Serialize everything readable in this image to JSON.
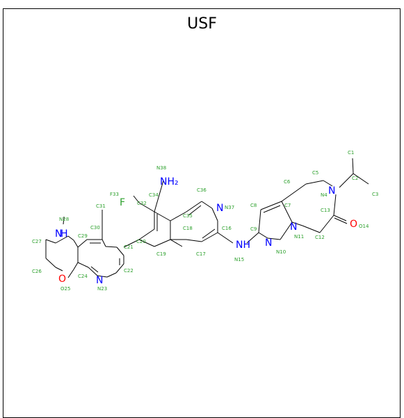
{
  "title": "USF",
  "colors": {
    "bond": "#000000",
    "index_label": "#2ca02c",
    "nitrogen": "#0000ff",
    "oxygen": "#ff0000",
    "fluorine": "#2ca02c",
    "frame": "#000000"
  },
  "atom_symbols": [
    {
      "id": "N38",
      "text": "NH₂",
      "element": "N"
    },
    {
      "id": "F33",
      "text": "F",
      "element": "F"
    },
    {
      "id": "N37",
      "text": "N",
      "element": "N"
    },
    {
      "id": "N28",
      "text": "H",
      "element": "N"
    },
    {
      "id": "N28b",
      "text": "N",
      "element": "N"
    },
    {
      "id": "O25",
      "text": "O",
      "element": "O"
    },
    {
      "id": "N23",
      "text": "N",
      "element": "N"
    },
    {
      "id": "N15",
      "text": "NH",
      "element": "N"
    },
    {
      "id": "N10",
      "text": "N",
      "element": "N"
    },
    {
      "id": "N11",
      "text": "N",
      "element": "N"
    },
    {
      "id": "N4",
      "text": "N",
      "element": "N"
    },
    {
      "id": "O14",
      "text": "O",
      "element": "O"
    }
  ],
  "atom_indices": [
    "N38",
    "F33",
    "C32",
    "C34",
    "C36",
    "N37",
    "C35",
    "C18",
    "C16",
    "C31",
    "C30",
    "C29",
    "N28",
    "C27",
    "C26",
    "C24",
    "O25",
    "N23",
    "C22",
    "C21",
    "C20",
    "C19",
    "C17",
    "N15",
    "C9",
    "N10",
    "N11",
    "C8",
    "C7",
    "C6",
    "C5",
    "N4",
    "C13",
    "O14",
    "C12",
    "C1",
    "C2",
    "C3"
  ]
}
